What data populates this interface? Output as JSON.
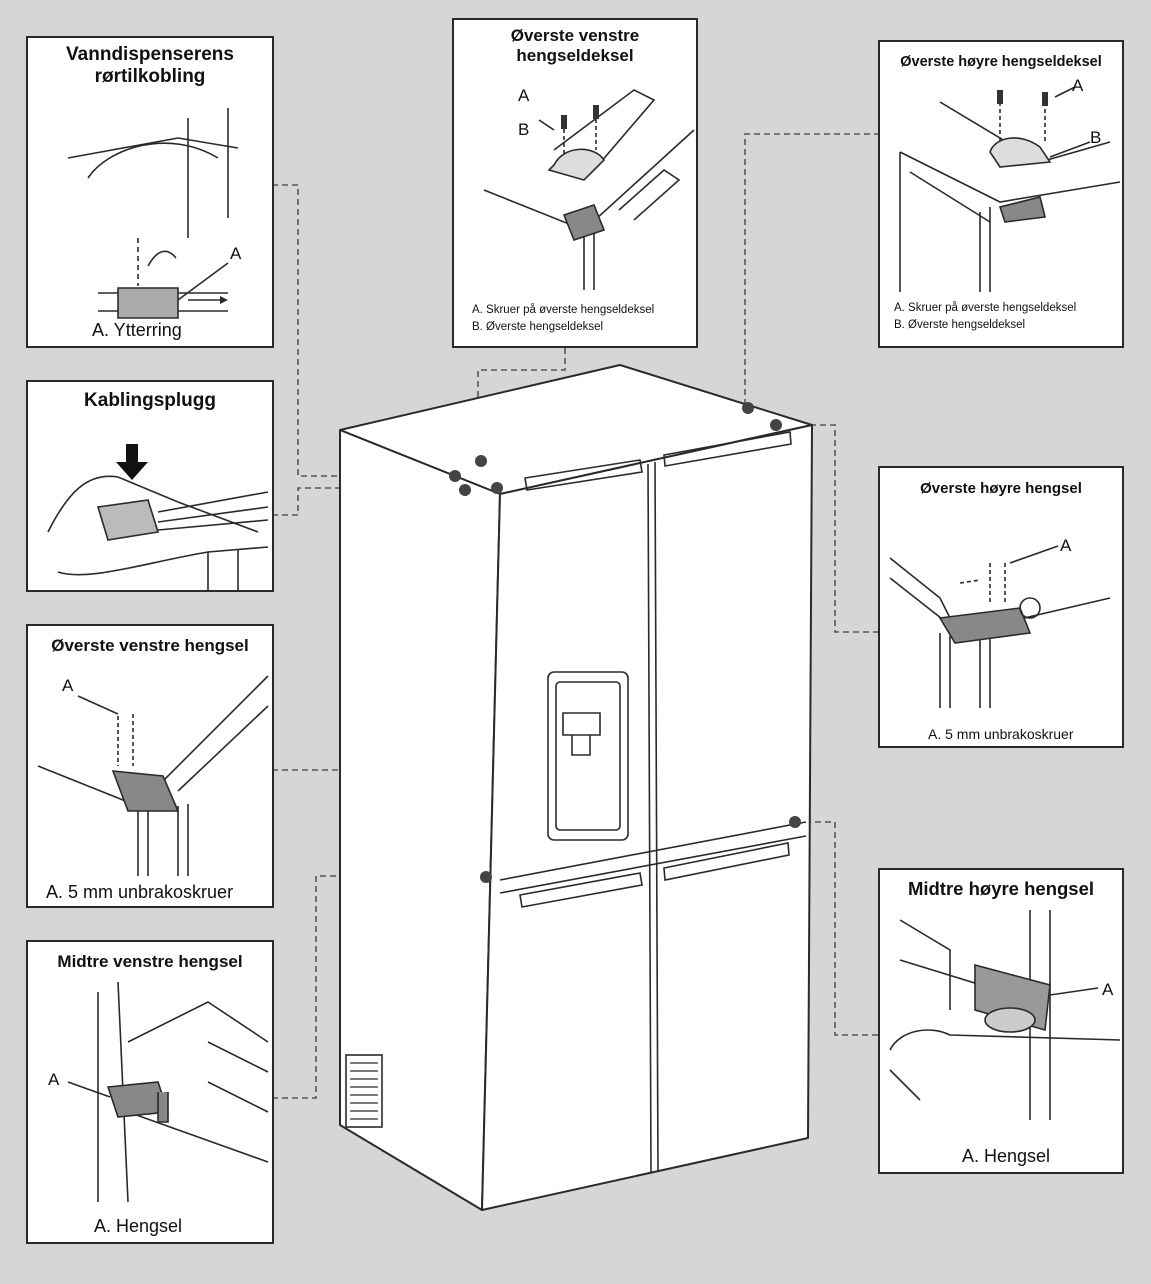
{
  "colors": {
    "background": "#d6d6d6",
    "panel": "#ffffff",
    "line": "#2a2a2a",
    "dash": "#555555"
  },
  "water_connection": {
    "title_line1": "Vanndispenserens",
    "title_line2": "rørtilkobling",
    "label_a": "A",
    "caption": "A. Ytterring"
  },
  "wiring_plug": {
    "title": "Kablingsplugg"
  },
  "top_left_hinge": {
    "title": "Øverste venstre hengsel",
    "label_a": "A",
    "caption": "A. 5 mm unbrakoskruer"
  },
  "middle_left_hinge": {
    "title": "Midtre venstre hengsel",
    "label_a": "A",
    "caption": "A. Hengsel"
  },
  "top_left_cover": {
    "title_line1": "Øverste venstre",
    "title_line2": "hengseldeksel",
    "label_a": "A",
    "label_b": "B",
    "caption_a": "A. Skruer på øverste hengseldeksel",
    "caption_b": "B. Øverste hengseldeksel"
  },
  "top_right_cover": {
    "title": "Øverste høyre hengseldeksel",
    "label_a": "A",
    "label_b": "B",
    "caption_a": "A. Skruer på øverste hengseldeksel",
    "caption_b": "B. Øverste hengseldeksel"
  },
  "top_right_hinge": {
    "title": "Øverste høyre hengsel",
    "label_a": "A",
    "caption": "A. 5 mm unbrakoskruer"
  },
  "middle_right_hinge": {
    "title": "Midtre høyre hengsel",
    "label_a": "A",
    "caption": "A. Hengsel"
  }
}
